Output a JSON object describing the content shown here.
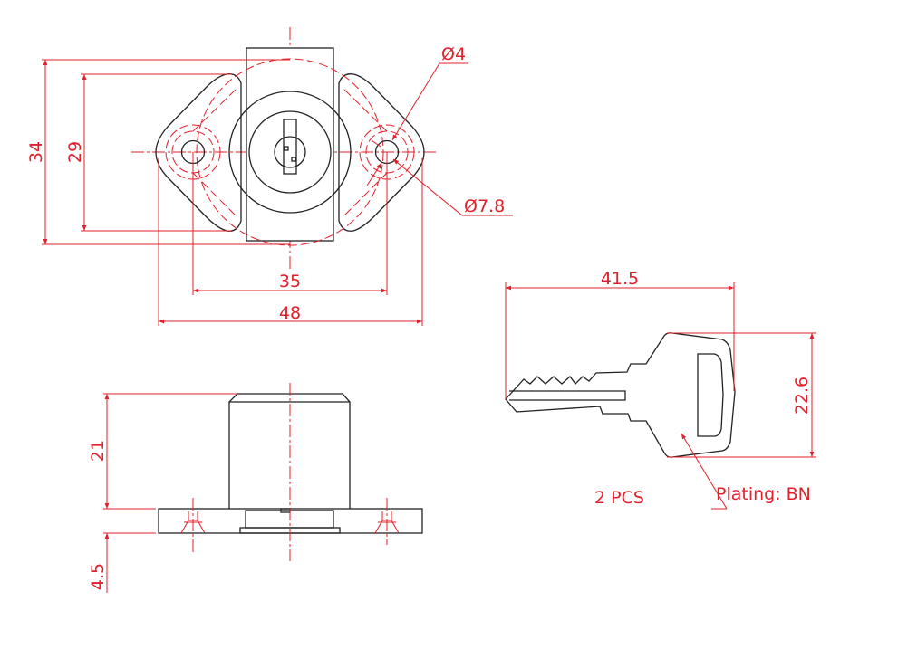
{
  "colors": {
    "outline": "#222222",
    "dimension": "#e0202a",
    "background": "#ffffff"
  },
  "top_view": {
    "dim_height_outer": "34",
    "dim_height_inner": "29",
    "dim_hole_spacing": "35",
    "dim_width": "48",
    "dim_hole_diameter": "Ø4",
    "dim_counterbore_diameter": "Ø7.8"
  },
  "side_view": {
    "dim_body_height": "21",
    "dim_flange_thickness": "4.5"
  },
  "key": {
    "dim_length": "41.5",
    "dim_head_height": "22.6",
    "quantity_note": "2 PCS",
    "plating_note": "Plating: BN"
  }
}
